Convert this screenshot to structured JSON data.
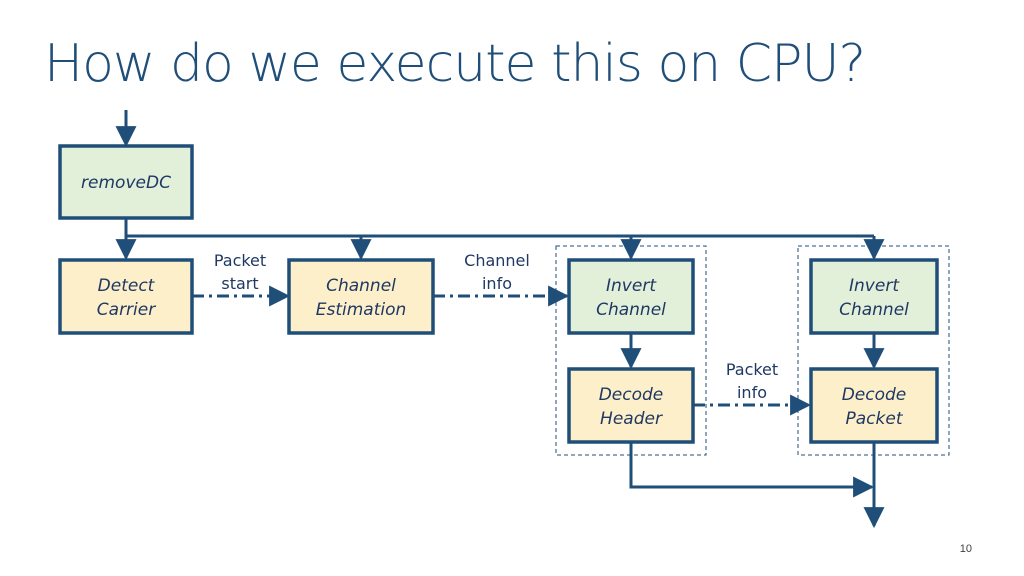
{
  "slide": {
    "title": "How do we execute this on CPU?",
    "page_number": "10"
  },
  "colors": {
    "accent": "#1f4e79",
    "green_fill": "#e2f0d9",
    "yellow_fill": "#fdefc9"
  },
  "diagram": {
    "boxes": {
      "remove_dc": [
        "removeDC"
      ],
      "detect_carrier": [
        "Detect",
        "Carrier"
      ],
      "channel_estimation": [
        "Channel",
        "Estimation"
      ],
      "invert_channel_1": [
        "Invert",
        "Channel"
      ],
      "decode_header": [
        "Decode",
        "Header"
      ],
      "invert_channel_2": [
        "Invert",
        "Channel"
      ],
      "decode_packet": [
        "Decode",
        "Packet"
      ]
    },
    "labels": {
      "packet_start": [
        "Packet",
        "start"
      ],
      "channel_info": [
        "Channel",
        "info"
      ],
      "packet_info": [
        "Packet",
        "info"
      ]
    }
  }
}
